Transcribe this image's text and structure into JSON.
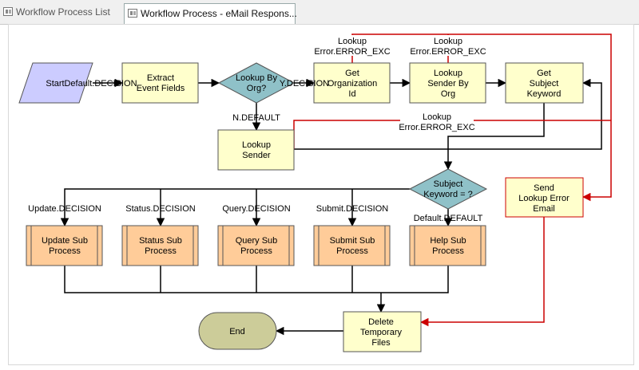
{
  "tabs": [
    {
      "label": "Workflow Process List",
      "active": false
    },
    {
      "label": "Workflow Process - eMail Respons...",
      "active": true
    }
  ],
  "colors": {
    "task_fill": "#ffffcc",
    "task_stroke": "#555555",
    "subprocess_fill": "#ffcc99",
    "decision_fill": "#8fc1c8",
    "start_fill": "#ccccff",
    "end_fill": "#cccc99",
    "error_line": "#cc0000",
    "flow_line": "#000000"
  },
  "nodes": {
    "start": [
      "Start"
    ],
    "extract": [
      "Extract",
      "Event Fields"
    ],
    "lookup_by_org": [
      "Lookup By",
      "Org?"
    ],
    "get_org_id": [
      "Get",
      "Organization",
      "Id"
    ],
    "lookup_sender_by_org": [
      "Lookup",
      "Sender By",
      "Org"
    ],
    "get_subject_keyword": [
      "Get",
      "Subject",
      "Keyword"
    ],
    "lookup_sender": [
      "Lookup",
      "Sender"
    ],
    "subject_keyword": [
      "Subject",
      "Keyword = ?"
    ],
    "send_lookup_error": [
      "Send",
      "Lookup Error",
      "Email"
    ],
    "update_sub": [
      "Update Sub",
      "Process"
    ],
    "status_sub": [
      "Status Sub",
      "Process"
    ],
    "query_sub": [
      "Query Sub",
      "Process"
    ],
    "submit_sub": [
      "Submit Sub",
      "Process"
    ],
    "help_sub": [
      "Help Sub",
      "Process"
    ],
    "delete_temp": [
      "Delete",
      "Temporary",
      "Files"
    ],
    "end": [
      "End"
    ]
  },
  "edges": {
    "default_decision": "Default.DECISION",
    "y_decision": "Y.DECISION",
    "n_default": "N.DEFAULT",
    "err1": [
      "Lookup",
      "Error.ERROR_EXC"
    ],
    "err2": [
      "Lookup",
      "Error.ERROR_EXC"
    ],
    "err3": [
      "Lookup",
      "Error.ERROR_EXC"
    ],
    "update_decision": "Update.DECISION",
    "status_decision": "Status.DECISION",
    "query_decision": "Query.DECISION",
    "submit_decision": "Submit.DECISION",
    "default_default": "Default.DEFAULT"
  }
}
